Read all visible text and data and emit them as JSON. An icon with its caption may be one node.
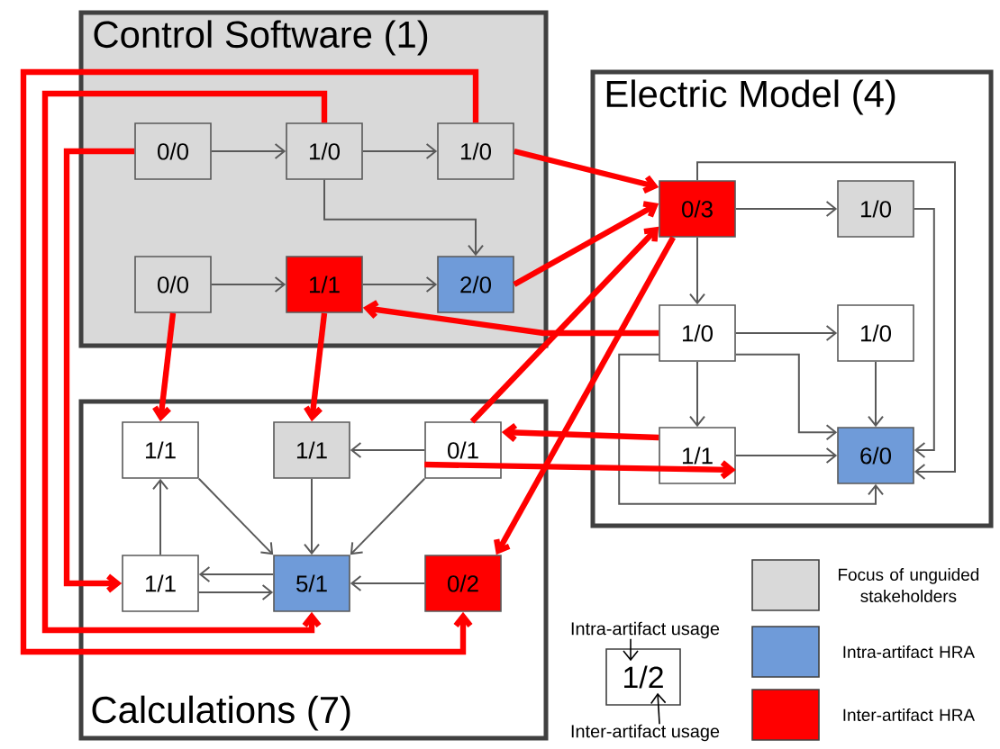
{
  "diagram": {
    "nodes": [
      {
        "text": [
          "Control Software (1)"
        ]
      },
      {
        "text": [
          "0/0"
        ],
        "in": 0
      },
      {
        "text": [
          "1/0"
        ],
        "in": 0
      },
      {
        "text": [
          "1/0"
        ],
        "in": 0
      },
      {
        "text": [
          "0/0"
        ],
        "in": 0
      },
      {
        "text": [
          "1/1"
        ],
        "in": 0
      },
      {
        "text": [
          "2/0"
        ],
        "in": 0
      },
      {
        "text": [
          "Electric Model (4)"
        ]
      },
      {
        "text": [
          "0/3"
        ],
        "in": 7
      },
      {
        "text": [
          "1/0"
        ],
        "in": 7
      },
      {
        "text": [
          "1/0"
        ],
        "in": 7
      },
      {
        "text": [
          "1/0"
        ],
        "in": 7
      },
      {
        "text": [
          "1/1"
        ],
        "in": 7
      },
      {
        "text": [
          "6/0"
        ],
        "in": 7
      },
      {
        "text": [
          "Calculations (7)"
        ]
      },
      {
        "text": [
          "1/1"
        ],
        "in": 14
      },
      {
        "text": [
          "1/1"
        ],
        "in": 14
      },
      {
        "text": [
          "0/1"
        ],
        "in": 14
      },
      {
        "text": [
          "1/1"
        ],
        "in": 14
      },
      {
        "text": [
          "5/1"
        ],
        "in": 14
      },
      {
        "text": [
          "0/2"
        ],
        "in": 14
      },
      {
        "text": [
          "Intra-artifact usage"
        ]
      },
      {
        "text": [
          "1/2"
        ]
      },
      {
        "text": [
          "Inter-artifact usage"
        ]
      }
    ],
    "edges": [
      {
        "from": 1,
        "to": 2,
        "arrow": "to"
      },
      {
        "from": 2,
        "to": 3,
        "arrow": "to"
      },
      {
        "from": 2,
        "to": 6,
        "arrow": "to"
      },
      {
        "from": 4,
        "to": 5,
        "arrow": "to"
      },
      {
        "from": 5,
        "to": 6,
        "arrow": "to"
      },
      {
        "from": 8,
        "to": 9,
        "arrow": "to"
      },
      {
        "from": 8,
        "to": 10,
        "arrow": "to"
      },
      {
        "from": 10,
        "to": 11,
        "arrow": "to"
      },
      {
        "from": 10,
        "to": 12,
        "arrow": "to"
      },
      {
        "from": 12,
        "to": 13,
        "arrow": "to"
      },
      {
        "from": 11,
        "to": 13,
        "arrow": "to"
      },
      {
        "from": 9,
        "to": 13,
        "arrow": "to"
      },
      {
        "from": 8,
        "to": 13,
        "arrow": "to"
      },
      {
        "from": 10,
        "to": 13,
        "arrow": "to"
      },
      {
        "from": 10,
        "to": 13,
        "arrow": "to"
      },
      {
        "from": 17,
        "to": 16,
        "arrow": "to"
      },
      {
        "from": 17,
        "to": 19,
        "arrow": "to"
      },
      {
        "from": 16,
        "to": 19,
        "arrow": "to"
      },
      {
        "from": 15,
        "to": 19,
        "arrow": "to"
      },
      {
        "from": 18,
        "to": 15,
        "arrow": "to"
      },
      {
        "from": 19,
        "to": 18,
        "arrow": "to"
      },
      {
        "from": 18,
        "to": 19,
        "arrow": "to"
      },
      {
        "from": 20,
        "to": 19,
        "arrow": "to"
      },
      {
        "from": 3,
        "to": 20,
        "arrow": "to",
        "style": "thick",
        "color": "#ff0000"
      },
      {
        "from": 2,
        "to": 19,
        "arrow": "to",
        "style": "thick",
        "color": "#ff0000"
      },
      {
        "from": 1,
        "to": 18,
        "arrow": "to",
        "style": "thick",
        "color": "#ff0000"
      },
      {
        "from": 4,
        "to": 15,
        "arrow": "to",
        "style": "thick",
        "color": "#ff0000"
      },
      {
        "from": 5,
        "to": 16,
        "arrow": "to",
        "style": "thick",
        "color": "#ff0000"
      },
      {
        "from": 3,
        "to": 8,
        "arrow": "to",
        "style": "thick",
        "color": "#ff0000"
      },
      {
        "from": 6,
        "to": 8,
        "arrow": "to",
        "style": "thick",
        "color": "#ff0000"
      },
      {
        "from": 10,
        "to": 5,
        "arrow": "to",
        "style": "thick",
        "color": "#ff0000"
      },
      {
        "from": 17,
        "to": 8,
        "arrow": "to",
        "style": "thick",
        "color": "#ff0000"
      },
      {
        "from": 8,
        "to": 20,
        "arrow": "to",
        "style": "thick",
        "color": "#ff0000"
      },
      {
        "from": 12,
        "to": 17,
        "arrow": "to",
        "style": "thick",
        "color": "#ff0000"
      },
      {
        "from": 17,
        "to": 12,
        "arrow": "to",
        "style": "thick",
        "color": "#ff0000"
      },
      {
        "from": 21,
        "to": 22,
        "arrow": "to",
        "color": "#000000"
      },
      {
        "from": 23,
        "to": 22,
        "arrow": "to",
        "color": "#000000"
      }
    ],
    "legend": [
      {
        "text": "Focus of unguided stakeholders",
        "color": "#d9d9d9"
      },
      {
        "text": "Intra-artifact HRA",
        "color": "#6f9bd9"
      },
      {
        "text": "Inter-artifact HRA",
        "color": "#ff0000"
      }
    ]
  }
}
